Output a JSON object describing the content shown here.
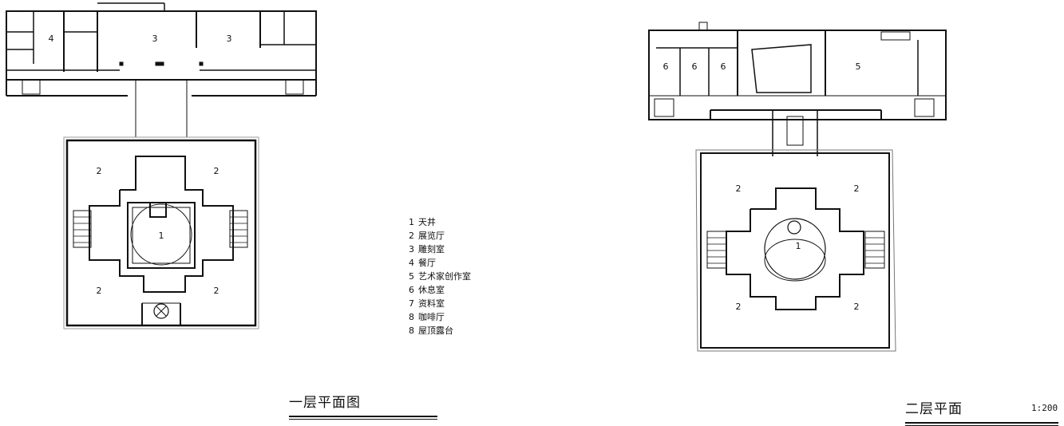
{
  "plan1": {
    "title": "一层平面图",
    "rooms": [
      "4",
      "3",
      "3",
      "2",
      "2",
      "1",
      "2",
      "2"
    ]
  },
  "plan2": {
    "title": "二层平面",
    "rooms": [
      "6",
      "6",
      "6",
      "5",
      "2",
      "2",
      "1",
      "2",
      "2"
    ]
  },
  "legend": {
    "items": [
      {
        "num": "1",
        "label": "天井"
      },
      {
        "num": "2",
        "label": "展览厅"
      },
      {
        "num": "3",
        "label": "雕刻室"
      },
      {
        "num": "4",
        "label": "餐厅"
      },
      {
        "num": "5",
        "label": "艺术家创作室"
      },
      {
        "num": "6",
        "label": "休息室"
      },
      {
        "num": "7",
        "label": "资料室"
      },
      {
        "num": "8",
        "label": "咖啡厅"
      },
      {
        "num": "8",
        "label": "屋顶露台"
      }
    ]
  },
  "scale": "1:200"
}
